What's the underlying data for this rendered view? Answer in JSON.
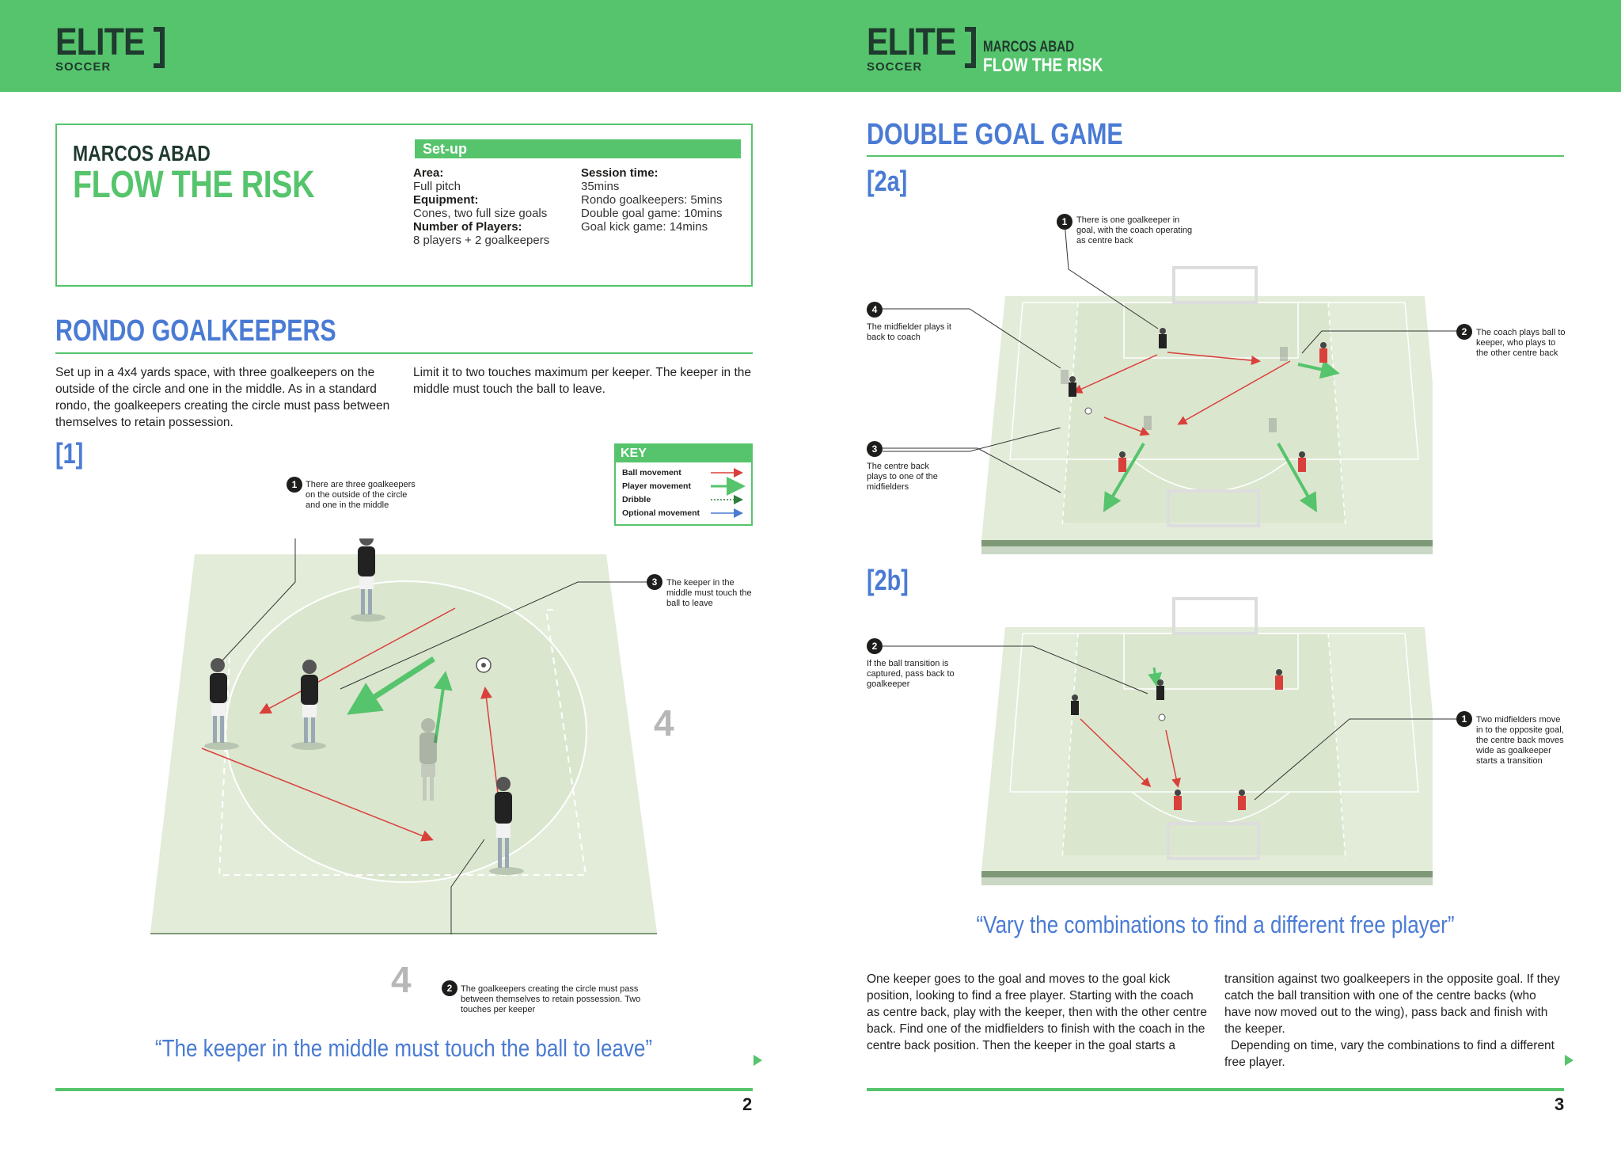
{
  "header": {
    "logo_main": "ELITE",
    "logo_sub": "SOCCER",
    "coach": "MARCOS ABAD",
    "session": "FLOW THE RISK"
  },
  "left": {
    "coach": "MARCOS ABAD",
    "session": "FLOW THE RISK",
    "setup": {
      "heading": "Set-up",
      "area_label": "Area:",
      "area": "Full pitch",
      "equipment_label": "Equipment:",
      "equipment": "Cones, two full size goals",
      "players_label": "Number of Players:",
      "players": "8 players + 2 goalkeepers",
      "time_label": "Session time:",
      "time": "35mins",
      "t1": "Rondo goalkeepers: 5mins",
      "t2": "Double goal game: 10mins",
      "t3": "Goal kick game: 14mins"
    },
    "section_title": "RONDO GOALKEEPERS",
    "para1": "Set up in a 4x4 yards space, with three goalkeepers on the outside of the circle and one in the middle. As in a standard rondo, the goalkeepers creating the circle must pass between themselves to retain possession.",
    "para2": "Limit it to two touches maximum per keeper. The keeper in the middle must touch the ball to leave.",
    "fig": "[1]",
    "key": {
      "title": "KEY",
      "ball": "Ball movement",
      "player": "Player movement",
      "dribble": "Dribble",
      "optional": "Optional movement"
    },
    "note1": "There are three goalkeepers on the outside of the circle and one in the middle",
    "note2": "The goalkeepers creating the circle must pass between themselves to retain possession. Two touches per keeper",
    "note3": "The keeper in the middle must touch the ball to leave",
    "dim_right": "4",
    "dim_bottom": "4",
    "quote": "“The keeper in the middle must touch the ball to leave”",
    "page": "2"
  },
  "right": {
    "section_title": "DOUBLE GOAL GAME",
    "fig_a": "[2a]",
    "fig_b": "[2b]",
    "a_note1": "There is one goalkeeper in goal, with the coach operating as centre back",
    "a_note2": "The coach plays ball to keeper, who plays to the other centre back",
    "a_note3": "The centre back plays to one of the midfielders",
    "a_note4": "The midfielder plays it back to coach",
    "b_note1": "Two midfielders move in to the opposite goal, the centre back moves wide as goalkeeper starts a transition",
    "b_note2": "If the ball transition is captured, pass back to goalkeeper",
    "quote": "“Vary the combinations to find a different free player”",
    "para1": "One keeper goes to the goal and moves to the goal kick position, looking to find a free player. Starting with the coach as centre back, play with the keeper, then with the other centre back. Find one of the midfielders to finish with the coach in the centre back position. Then the keeper in the goal starts a",
    "para2a": "transition against two goalkeepers in the opposite goal. If they catch the ball transition with one of the centre backs (who have now moved out to the wing), pass back and finish with the keeper.",
    "para2b": "Depending on time, vary the combinations to find a different free player.",
    "page": "3"
  },
  "colors": {
    "green": "#56c46c",
    "blue": "#4a7bd4",
    "pitch": "#e3ecd9",
    "ball_arrow": "#d9403a"
  }
}
